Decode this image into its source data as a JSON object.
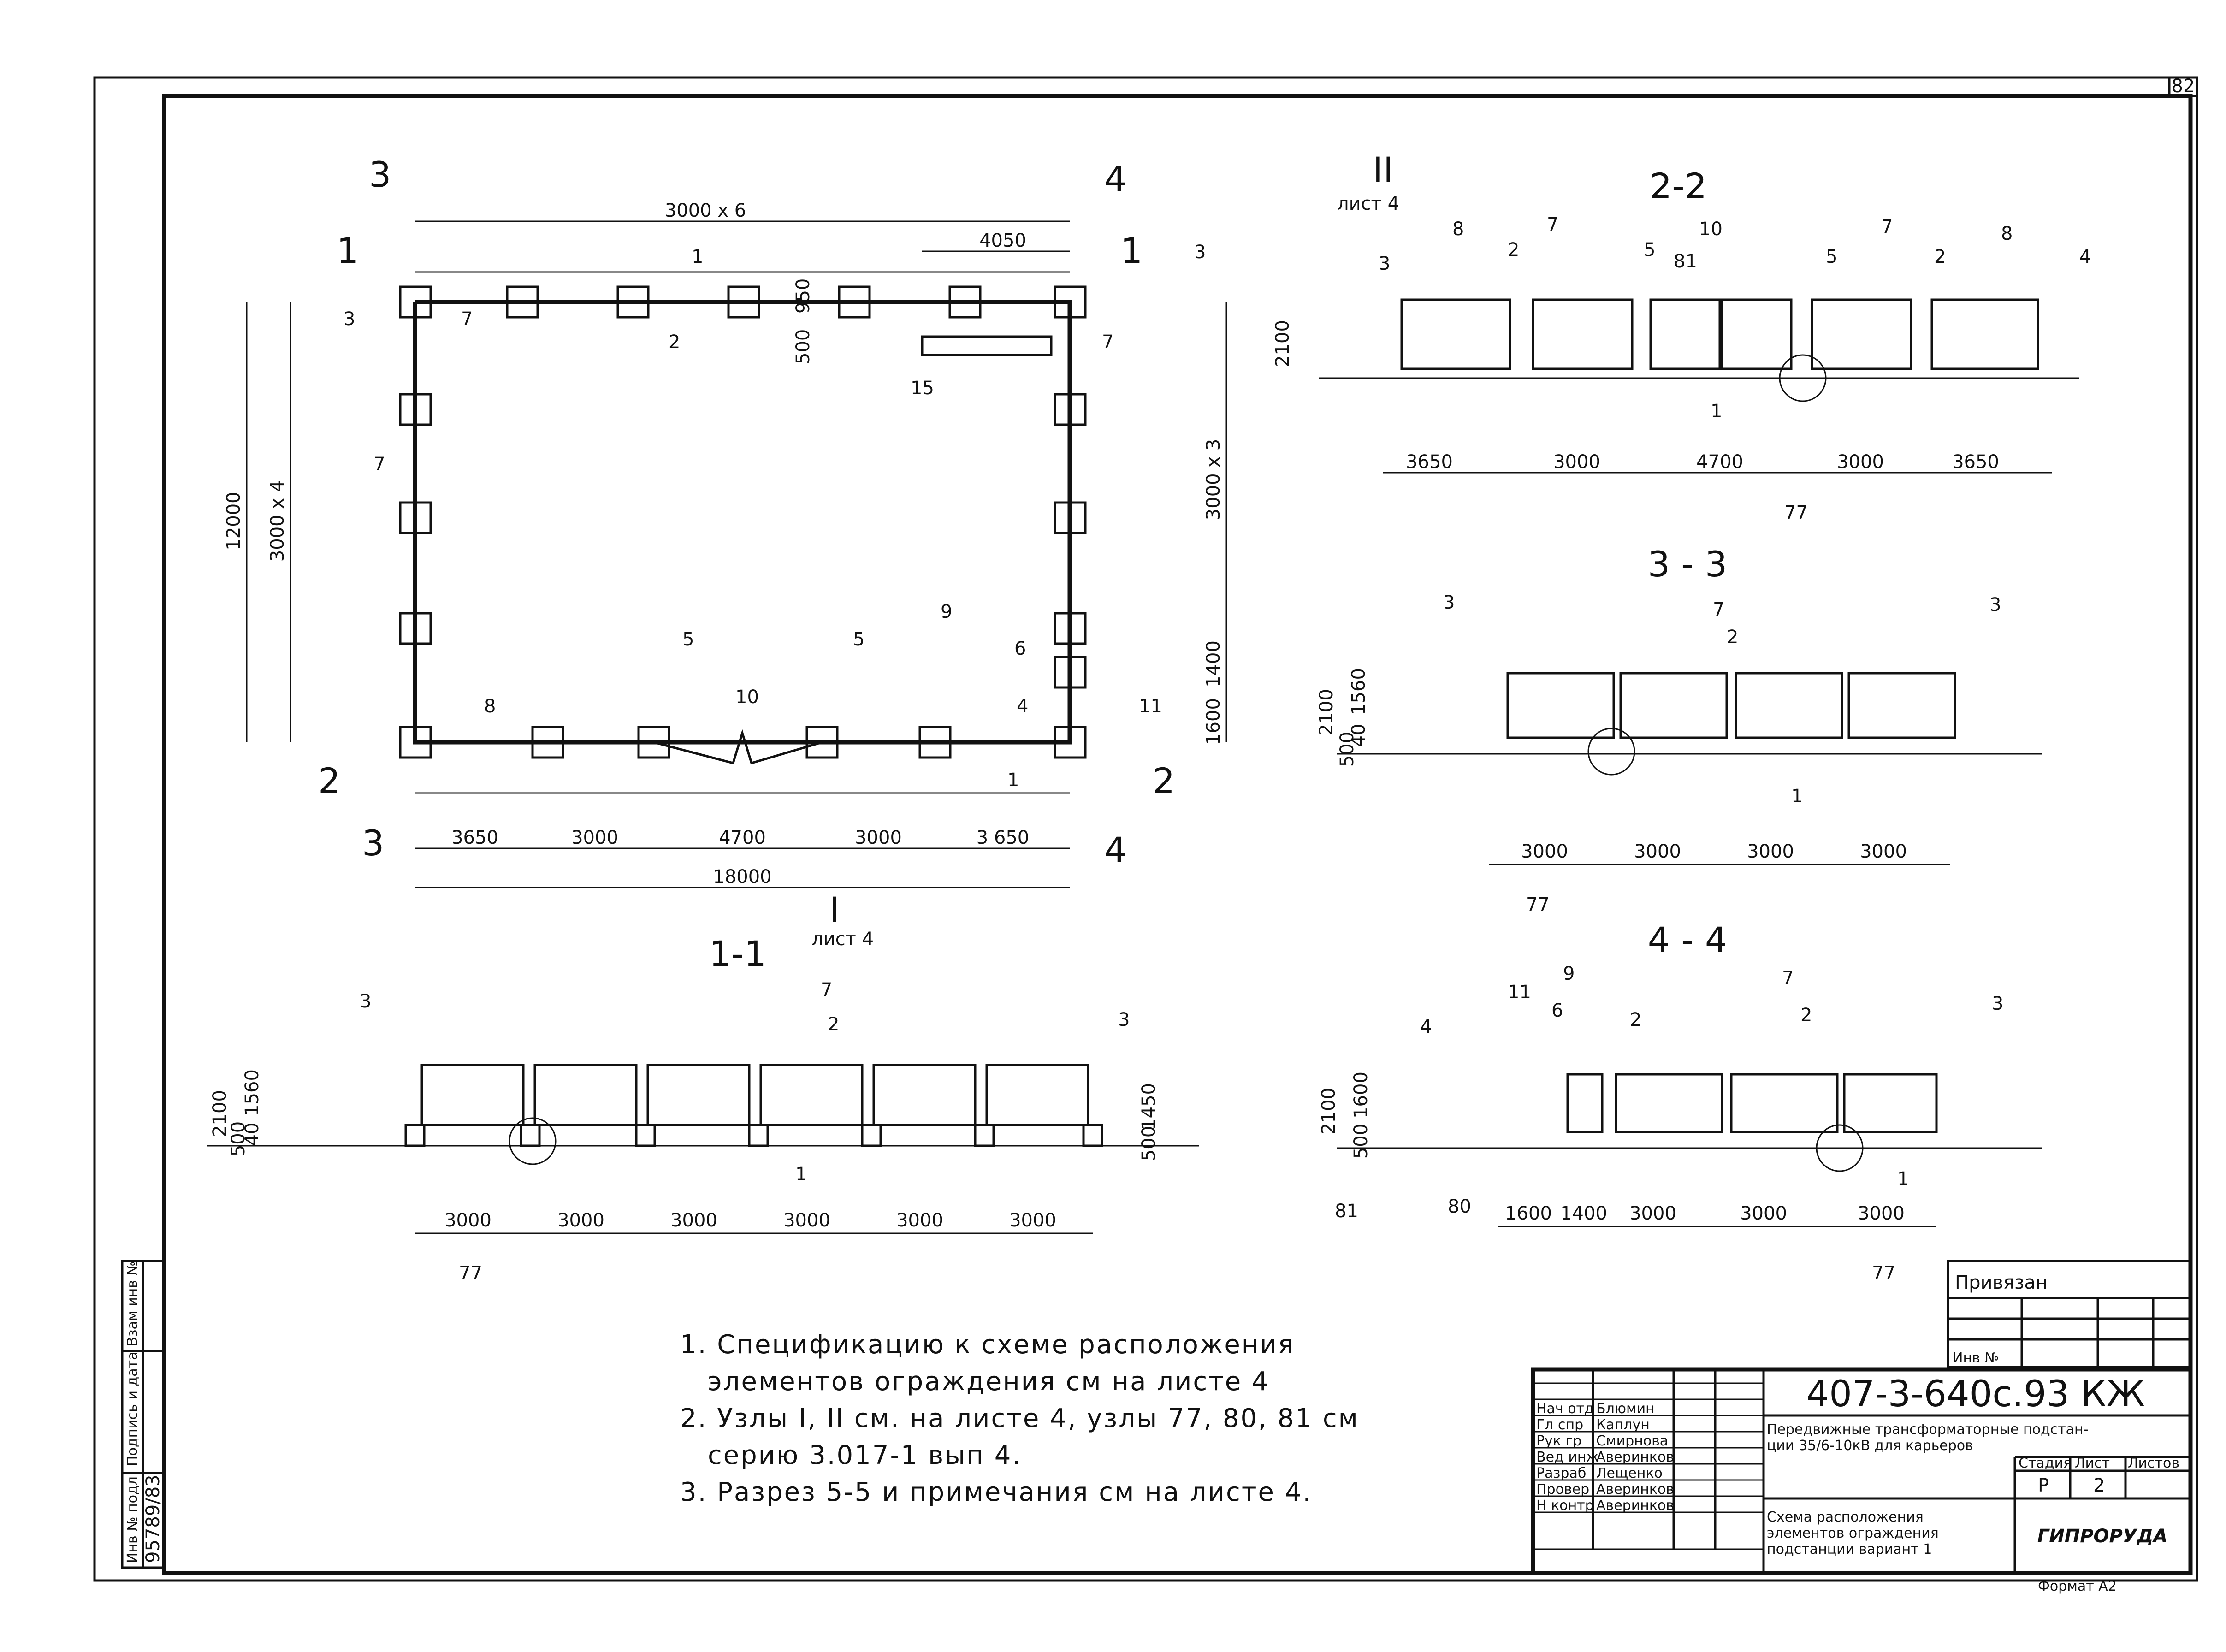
{
  "page_number": "82",
  "plan": {
    "dims": {
      "top": "3000 x 6",
      "right_top": "4050",
      "small_950": "950",
      "small_500": "500",
      "left_total": "12000",
      "left_sub": "3000 x 4",
      "right": "3000 x 3",
      "right_1400": "1400",
      "right_1600": "1600",
      "bottom_total": "18000"
    },
    "bottom_segments": [
      "3650",
      "3000",
      "4700",
      "3000",
      "3 650"
    ],
    "labels": [
      "1",
      "2",
      "3",
      "5",
      "7",
      "8",
      "9",
      "10",
      "11",
      "15",
      "4",
      "6"
    ],
    "cut": {
      "s1": "1",
      "s2": "2",
      "s3": "3",
      "s4": "4"
    }
  },
  "section_1_1": {
    "title": "1-1",
    "node_ref": "I",
    "node_sheet": "лист 4",
    "dims_left": [
      "2100",
      "40",
      "1560",
      "500"
    ],
    "dim_right": "1450",
    "dim_right_small": "500",
    "segments": [
      "3000",
      "3000",
      "3000",
      "3000",
      "3000",
      "3000"
    ],
    "labels": {
      "a": "3",
      "b": "7",
      "c": "2",
      "d": "1",
      "e": "77"
    }
  },
  "section_2_2": {
    "title": "2-2",
    "node_ref": "II",
    "node_sheet": "лист 4",
    "dim_left": "2100",
    "segments": [
      "3650",
      "3000",
      "4700",
      "3000",
      "3650"
    ],
    "labels": {
      "l8": "8",
      "l7": "7",
      "l10": "10",
      "l2": "2",
      "l3": "3",
      "l5": "5",
      "l81": "81",
      "l4": "4",
      "l1": "1",
      "l77": "77"
    }
  },
  "section_3_3": {
    "title": "3 - 3",
    "dims_left": [
      "2100",
      "1560",
      "40",
      "500"
    ],
    "segments": [
      "3000",
      "3000",
      "3000",
      "3000"
    ],
    "labels": {
      "l3": "3",
      "l7": "7",
      "l2": "2",
      "l1": "1",
      "l77": "77"
    }
  },
  "section_4_4": {
    "title": "4 - 4",
    "dims_left": [
      "2100",
      "1600",
      "500"
    ],
    "segments": [
      "1600",
      "1400",
      "3000",
      "3000",
      "3000"
    ],
    "labels": {
      "l4": "4",
      "l11": "11",
      "l6": "6",
      "l9": "9",
      "l2": "2",
      "l7": "7",
      "l3": "3",
      "l81": "81",
      "l80": "80",
      "l1": "1",
      "l77": "77"
    }
  },
  "notes": [
    "1. Спецификацию к схеме расположения",
    "элементов ограждения см на листе 4",
    "2. Узлы I, II см. на листе 4, узлы 77, 80, 81 см",
    "серию 3.017-1 вып 4.",
    "3. Разрез 5-5 и примечания см на листе 4."
  ],
  "side_stamp": [
    "Взам инв №",
    "Подпись и дата",
    "Инв № подл"
  ],
  "side_stamp_value": "95789/83",
  "privyazan": {
    "title": "Привязан",
    "inv": "Инв №"
  },
  "title_block": {
    "roles": [
      "Нач отд",
      "Гл спр",
      "Рук гр",
      "Вед инж",
      "Разраб",
      "Провер",
      "Н контр"
    ],
    "names": [
      "Блюмин",
      "Каплун",
      "Смирнова",
      "Аверинков",
      "Лещенко",
      "Аверинков",
      "Аверинков"
    ],
    "code": "407-3-640с.93 КЖ",
    "project": [
      "Передвижные трансформаторные подстан-",
      "ции 35/6-10кВ для карьеров"
    ],
    "stage_h": "Стадия",
    "sheet_h": "Лист",
    "sheets_h": "Листов",
    "stage": "Р",
    "sheet": "2",
    "drawing_title": [
      "Схема расположения",
      "элементов ограждения",
      "подстанции вариант 1"
    ],
    "org": "ГИПРОРУДА",
    "format": "Формат А2"
  }
}
